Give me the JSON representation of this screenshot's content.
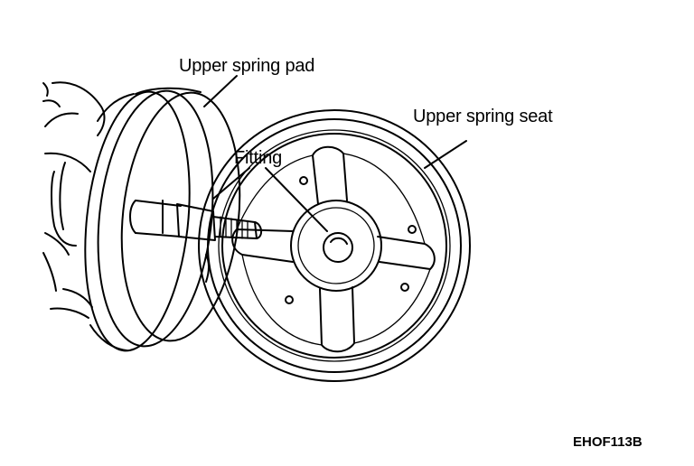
{
  "labels": {
    "upper_spring_pad": "Upper spring pad",
    "upper_spring_seat": "Upper spring seat",
    "fitting": "Fitting"
  },
  "figure_code": "EHOF113B",
  "colors": {
    "line": "#000000",
    "background": "#ffffff"
  }
}
